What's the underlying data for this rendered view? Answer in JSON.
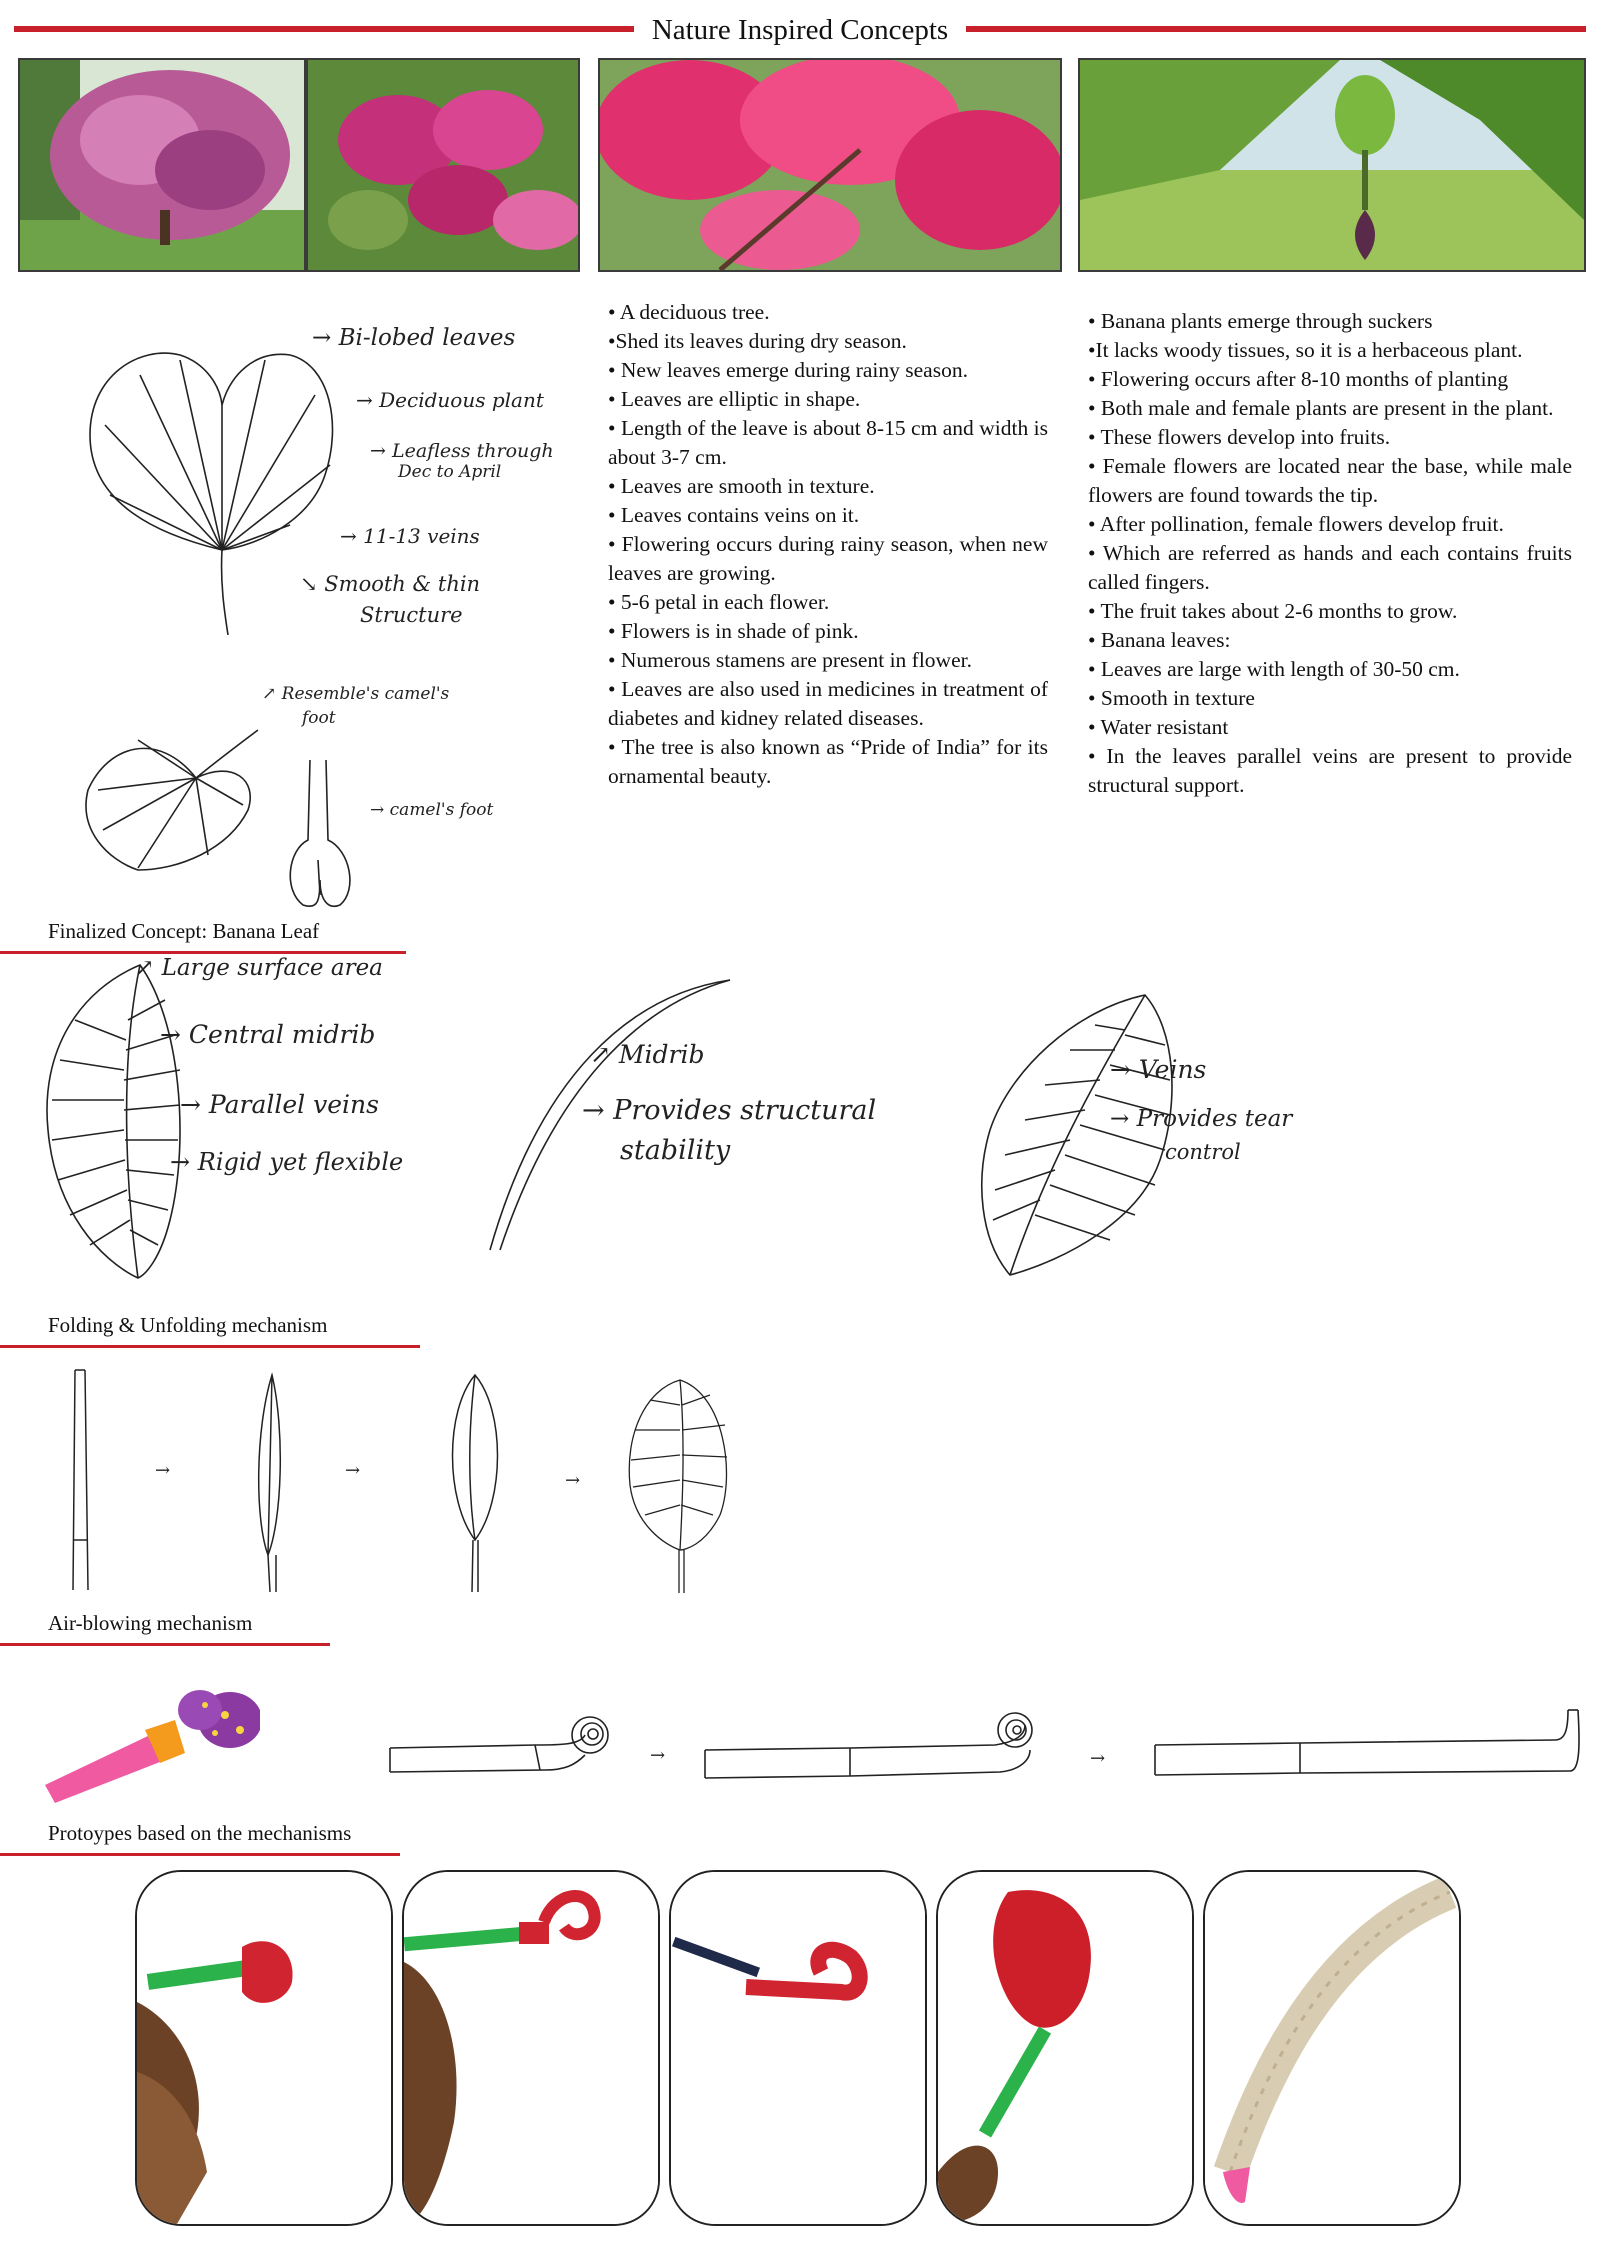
{
  "page": {
    "title": "Nature Inspired Concepts"
  },
  "column2_bullets": [
    "• A deciduous tree.",
    "•Shed its leaves during dry season.",
    "• New leaves emerge during rainy season.",
    "• Leaves are elliptic in shape.",
    "• Length of the leave is about 8-15 cm and width is about 3-7 cm.",
    "• Leaves are smooth in texture.",
    "• Leaves contains veins on it.",
    "• Flowering occurs during rainy season, when new leaves are growing.",
    "• 5-6 petal in each flower.",
    "• Flowers is in shade of pink.",
    "• Numerous stamens are present in flower.",
    "• Leaves are also used in medicines in treatment of diabetes and kidney related diseases.",
    "• The tree is also known as “Pride of India” for its ornamental beauty."
  ],
  "column3_bullets": [
    "• Banana plants emerge through suckers",
    "•It lacks woody tissues, so it is a herbaceous plant.",
    "• Flowering occurs after 8-10 months of planting",
    "• Both male and female plants are present in the plant.",
    "• These flowers develop into fruits.",
    "• Female flowers are located near the base, while male flowers are found towards the tip.",
    "• After pollination, female flowers develop fruit.",
    "• Which are referred as hands and each contains fruits called fingers.",
    "• The fruit takes about 2-6 months to grow.",
    "• Banana leaves:",
    "• Leaves are large with length of 30-50 cm.",
    "• Smooth in texture",
    "• Water resistant",
    "• In the leaves parallel veins are present to provide structural support."
  ],
  "bilobed_sketch": {
    "labels": [
      "Bi-lobed leaves",
      "Deciduous plant",
      "Leafless through",
      "Dec to April",
      "11-13 veins",
      "Smooth & thin",
      "Structure"
    ]
  },
  "camel_sketch": {
    "labels": [
      "Resemble's camel's",
      "foot",
      "camel's foot"
    ]
  },
  "sections": {
    "finalized": "Finalized Concept: Banana Leaf",
    "folding": "Folding & Unfolding mechanism",
    "air": "Air-blowing mechanism",
    "prototypes": "Protoypes based on the mechanisms"
  },
  "banana_sketch_labels": {
    "leaf1": [
      "Large surface area",
      "Central midrib",
      "Parallel veins",
      "Rigid yet flexible"
    ],
    "leaf2": [
      "Midrib",
      "Provides structural",
      "stability"
    ],
    "leaf3": [
      "Veins",
      "Provides tear",
      "control"
    ]
  },
  "arrows": {
    "symbol": "→"
  },
  "colors": {
    "accent_red": "#c8202a",
    "pink_flower": "#e0306e",
    "leaf_green": "#4d8a2a"
  }
}
